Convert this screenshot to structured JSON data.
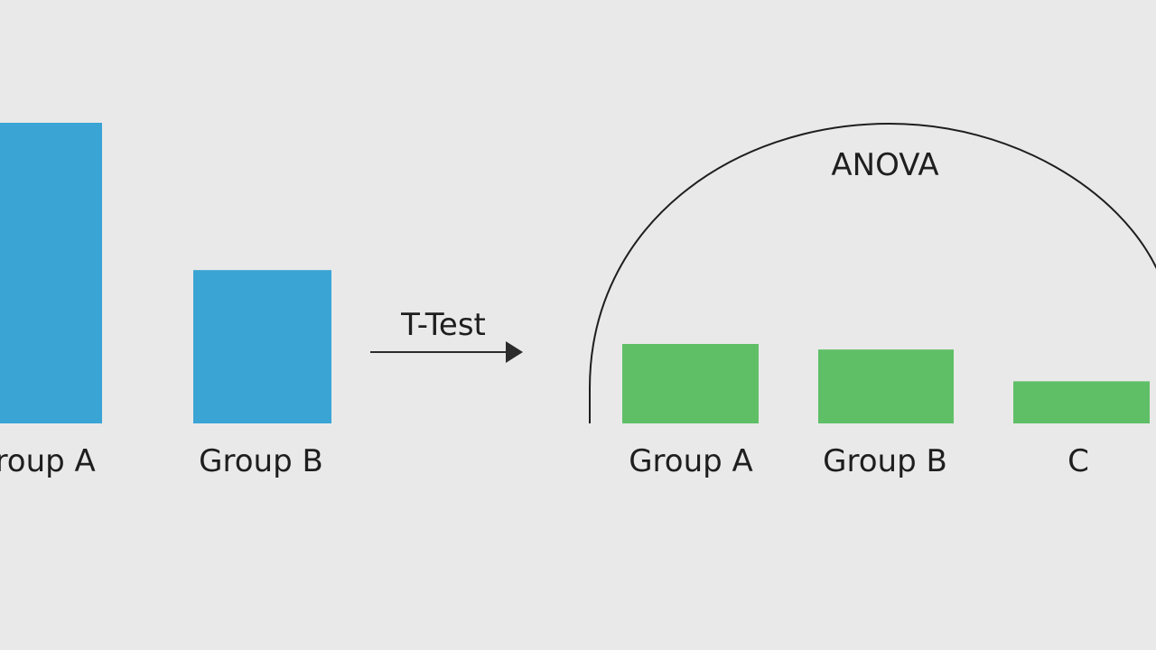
{
  "ttest": {
    "label": "T-Test",
    "color": "#3aa4d4",
    "groups": [
      {
        "label": "Group A",
        "value": 1.0
      },
      {
        "label": "Group B",
        "value": 0.51
      }
    ]
  },
  "anova": {
    "label": "ANOVA",
    "color": "#5fbf67",
    "groups": [
      {
        "label": "Group A",
        "value": 1.0
      },
      {
        "label": "Group B",
        "value": 0.93
      },
      {
        "label": "C",
        "value": 0.53
      }
    ]
  },
  "colors": {
    "background": "#e9e9e9",
    "text": "#1e1e1e",
    "line": "#2b2b2b"
  }
}
